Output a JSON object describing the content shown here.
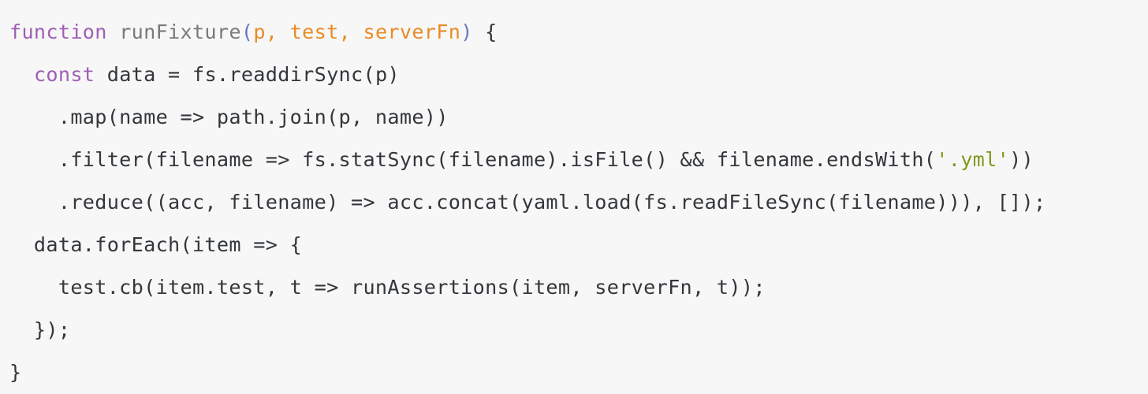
{
  "editor": {
    "background_color": "#f7f7f7",
    "default_text_color": "#33373b",
    "language": "javascript",
    "syntax_colors": {
      "keyword": "#a05fb4",
      "function_name": "#7a7a7a",
      "paren": "#6a76c4",
      "parameter": "#e98b25",
      "string": "#7f9a1e",
      "plain": "#33373b"
    }
  },
  "code": {
    "lines": [
      {
        "index": 1,
        "text": "function runFixture(p, test, serverFn) {",
        "tokens": [
          {
            "t": "function",
            "c": "keyword"
          },
          {
            "t": " ",
            "c": "plain"
          },
          {
            "t": "runFixture",
            "c": "funcname"
          },
          {
            "t": "(",
            "c": "paren"
          },
          {
            "t": "p, test, serverFn",
            "c": "param"
          },
          {
            "t": ")",
            "c": "paren"
          },
          {
            "t": " {",
            "c": "plain"
          }
        ]
      },
      {
        "index": 2,
        "text": "  const data = fs.readdirSync(p)",
        "tokens": [
          {
            "t": "  ",
            "c": "plain"
          },
          {
            "t": "const",
            "c": "keyword"
          },
          {
            "t": " data = fs.readdirSync(p)",
            "c": "plain"
          }
        ]
      },
      {
        "index": 3,
        "text": "    .map(name => path.join(p, name))",
        "tokens": [
          {
            "t": "    .map(name => path.join(p, name))",
            "c": "plain"
          }
        ]
      },
      {
        "index": 4,
        "text": "    .filter(filename => fs.statSync(filename).isFile() && filename.endsWith('.yml'))",
        "tokens": [
          {
            "t": "    .filter(filename => fs.statSync(filename).isFile() && filename.endsWith(",
            "c": "plain"
          },
          {
            "t": "'.yml'",
            "c": "string"
          },
          {
            "t": "))",
            "c": "plain"
          }
        ]
      },
      {
        "index": 5,
        "text": "    .reduce((acc, filename) => acc.concat(yaml.load(fs.readFileSync(filename))), []);",
        "tokens": [
          {
            "t": "    .reduce((acc, filename) => acc.concat(yaml.load(fs.readFileSync(filename))), []);",
            "c": "plain"
          }
        ]
      },
      {
        "index": 6,
        "text": "  data.forEach(item => {",
        "tokens": [
          {
            "t": "  data.forEach(item => {",
            "c": "plain"
          }
        ]
      },
      {
        "index": 7,
        "text": "    test.cb(item.test, t => runAssertions(item, serverFn, t));",
        "tokens": [
          {
            "t": "    test.cb(item.test, t => runAssertions(item, serverFn, t));",
            "c": "plain"
          }
        ]
      },
      {
        "index": 8,
        "text": "  });",
        "tokens": [
          {
            "t": "  });",
            "c": "plain"
          }
        ]
      },
      {
        "index": 9,
        "text": "}",
        "tokens": [
          {
            "t": "}",
            "c": "plain"
          }
        ]
      }
    ]
  }
}
